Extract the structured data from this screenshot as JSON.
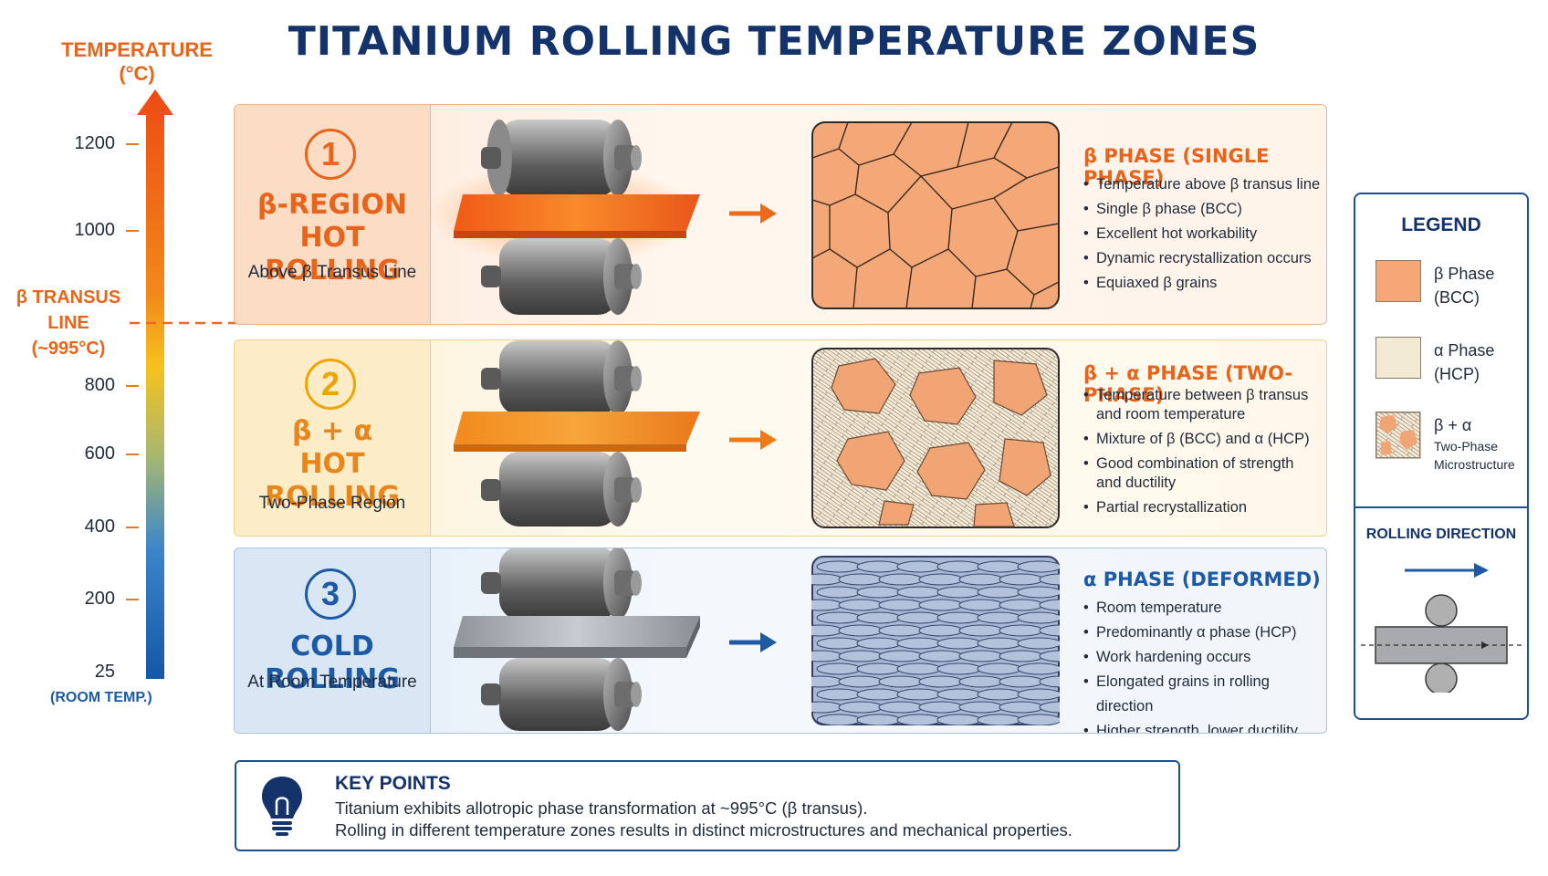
{
  "title": "TITANIUM ROLLING TEMPERATURE ZONES",
  "axis": {
    "heading_line1": "TEMPERATURE",
    "heading_line2": "(°C)",
    "ticks": [
      {
        "label": "1200",
        "value": 1200
      },
      {
        "label": "1000",
        "value": 1000
      },
      {
        "label": "800",
        "value": 800
      },
      {
        "label": "600",
        "value": 600
      },
      {
        "label": "400",
        "value": 400
      },
      {
        "label": "200",
        "value": 200
      },
      {
        "label": "25",
        "value": 25
      }
    ],
    "room_temp_label": "(ROOM TEMP.)",
    "transus_line1": "β TRANSUS",
    "transus_line2": "LINE",
    "transus_line3": "(~995°C)"
  },
  "zones": [
    {
      "number": "1",
      "title_line1": "β-REGION",
      "title_line2": "HOT ROLLING",
      "subtitle": "Above β Transus Line",
      "micro_title": "β PHASE (SINGLE PHASE)",
      "bullets": [
        "Temperature above β transus line",
        "Single β phase (BCC)",
        "Excellent hot workability",
        "Dynamic recrystallization occurs",
        "Equiaxed β grains"
      ]
    },
    {
      "number": "2",
      "title_line1": "β + α",
      "title_line2": "HOT ROLLING",
      "subtitle": "Two-Phase Region",
      "micro_title": "β + α PHASE (TWO-PHASE)",
      "bullets": [
        "Temperature between β transus",
        "and room temperature",
        "Mixture of β (BCC) and α (HCP)",
        "Good combination of strength",
        "and ductility",
        "Partial recrystallization"
      ]
    },
    {
      "number": "3",
      "title_line1": "",
      "title_line2": "COLD ROLLING",
      "subtitle": "At Room Temperature",
      "micro_title": "α PHASE (DEFORMED)",
      "bullets": [
        "Room temperature",
        "Predominantly α phase (HCP)",
        "Work hardening occurs",
        "Elongated grains in rolling direction",
        "Higher strength, lower ductility"
      ]
    }
  ],
  "legend": {
    "heading": "LEGEND",
    "items": [
      {
        "line1": "β Phase",
        "line2": "(BCC)",
        "color": "#f4a878"
      },
      {
        "line1": "α Phase",
        "line2": "(HCP)",
        "color": "#f3ead6"
      },
      {
        "line1": "β + α",
        "line2": "Two-Phase",
        "line3": "Microstructure",
        "color": "#f2b58a"
      }
    ],
    "rolling_heading": "ROLLING DIRECTION"
  },
  "key_points": {
    "heading": "KEY POINTS",
    "line1": "Titanium exhibits allotropic phase transformation at  ~995°C  (β transus).",
    "line2": "Rolling in different temperature zones results in distinct microstructures and mechanical properties."
  },
  "colors": {
    "navy": "#14336b",
    "orange": "#e8641b",
    "amber": "#f0a400",
    "blue": "#1d5aa6"
  }
}
